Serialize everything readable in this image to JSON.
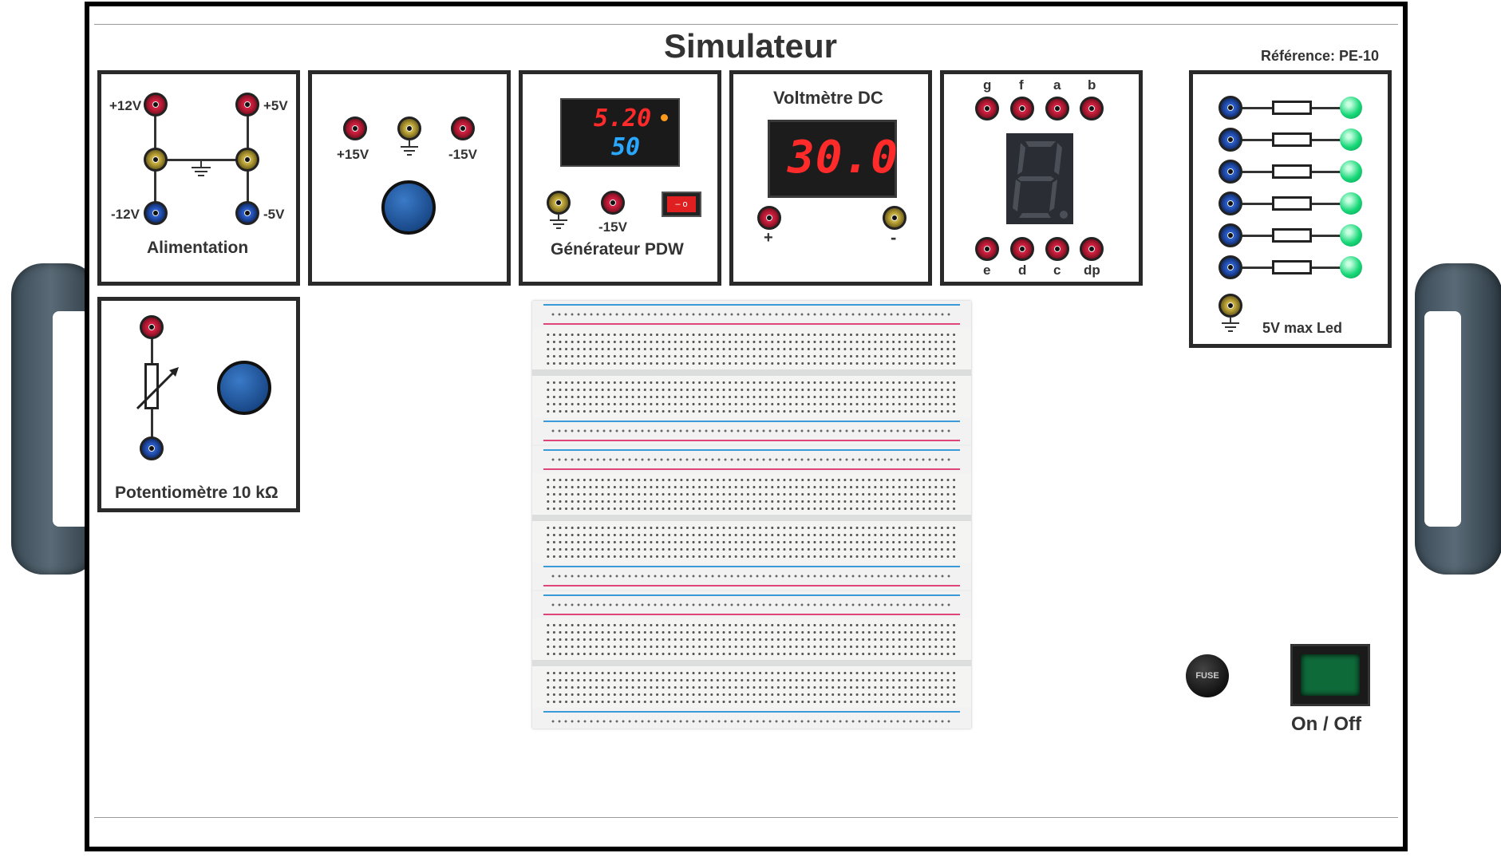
{
  "header": {
    "title": "Simulateur",
    "reference": "Référence: PE-10"
  },
  "alimentation": {
    "title": "Alimentation",
    "labels": [
      "+12V",
      "+5V",
      "-12V",
      "-5V"
    ]
  },
  "sym_supply": {
    "labels": [
      "+15V",
      "-15V"
    ]
  },
  "pwm_generator": {
    "title": "Générateur PDW",
    "display_top": "5.20",
    "display_bottom": "50",
    "label": "-15V"
  },
  "voltmeter": {
    "title": "Voltmètre DC",
    "reading": "30.0",
    "plus": "+",
    "minus": "-"
  },
  "seven_segment": {
    "top_labels": [
      "g",
      "f",
      "a",
      "b"
    ],
    "bottom_labels": [
      "e",
      "d",
      "c",
      "dp"
    ],
    "digit": "8"
  },
  "led_panel": {
    "title": "5V max Led",
    "led_count": 6,
    "led_color": "#18d878"
  },
  "potentiometer": {
    "title": "Potentiomètre 10 kΩ"
  },
  "fuse": {
    "label": "FUSE"
  },
  "power": {
    "label": "On / Off"
  },
  "colors": {
    "jack_red": "#d02040",
    "jack_blue": "#2a5cc8",
    "jack_gold": "#c8b040",
    "display_red": "#ff2a2a",
    "display_blue": "#2aa8ff"
  }
}
